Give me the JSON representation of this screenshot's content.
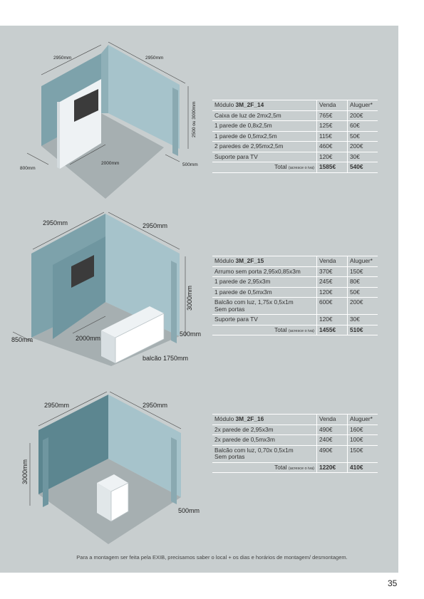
{
  "booths": [
    {
      "dims": {
        "left_top": "2950mm",
        "right_top": "2950mm",
        "height": "2500 ou 3000mm",
        "depth": "800mm",
        "inner": "2000mm",
        "side": "500mm"
      },
      "table": {
        "header": [
          "Módulo",
          "3M_2F_14",
          "Venda",
          "Aluguer*"
        ],
        "rows": [
          {
            "item": "Caixa de luz de 2mx2,5m",
            "sale": "765€",
            "rent": "200€"
          },
          {
            "item": "1 parede de 0,8x2,5m",
            "sale": "125€",
            "rent": "60€"
          },
          {
            "item": "1 parede de 0,5mx2,5m",
            "sale": "115€",
            "rent": "50€"
          },
          {
            "item": "2 paredes de 2,95mx2,5m",
            "sale": "460€",
            "rent": "200€"
          },
          {
            "item": "Suporte para TV",
            "sale": "120€",
            "rent": "30€"
          }
        ],
        "total": {
          "label": "Total",
          "note": "(acresce o iva)",
          "sale": "1585€",
          "rent": "540€"
        }
      }
    },
    {
      "dims": {
        "left_top": "2950mm",
        "right_top": "2950mm",
        "height": "3000mm",
        "depth": "850mm",
        "inner": "2000mm",
        "side": "500mm",
        "counter": "balcão 1750mm"
      },
      "table": {
        "header": [
          "Módulo",
          "3M_2F_15",
          "Venda",
          "Aluguer*"
        ],
        "rows": [
          {
            "item": "Arrumo sem porta 2,95x0,85x3m",
            "sale": "370€",
            "rent": "150€"
          },
          {
            "item": "1 parede de 2,95x3m",
            "sale": "245€",
            "rent": "80€"
          },
          {
            "item": "1 parede de 0,5mx3m",
            "sale": "120€",
            "rent": "50€"
          },
          {
            "item": "Balcão com luz, 1,75x 0,5x1m",
            "item2": "Sem portas",
            "sale": "600€",
            "rent": "200€"
          },
          {
            "item": "Suporte para TV",
            "sale": "120€",
            "rent": "30€"
          }
        ],
        "total": {
          "label": "Total",
          "note": "(acresce o iva)",
          "sale": "1455€",
          "rent": "510€"
        }
      }
    },
    {
      "dims": {
        "left_top": "2950mm",
        "right_top": "2950mm",
        "height": "3000mm",
        "side": "500mm"
      },
      "table": {
        "header": [
          "Módulo",
          "3M_2F_16",
          "Venda",
          "Aluguer*"
        ],
        "rows": [
          {
            "item": "2x parede de 2,95x3m",
            "sale": "490€",
            "rent": "160€"
          },
          {
            "item": "2x parede de 0,5mx3m",
            "sale": "240€",
            "rent": "100€"
          },
          {
            "item": "Balcão com luz, 0,70x 0,5x1m",
            "item2": "Sem portas",
            "sale": "490€",
            "rent": "150€"
          }
        ],
        "total": {
          "label": "Total",
          "note": "(acresce o iva)",
          "sale": "1220€",
          "rent": "410€"
        }
      }
    }
  ],
  "footnote": "Para a montagem ser feita pela EXIB, precisamos saber o local + os dias e horários de montagem/ desmontagem.",
  "page_number": "35",
  "colors": {
    "panel": "#c8cecf",
    "floor": "#a6afb1",
    "wall_left": "#7da2ab",
    "wall_right": "#a6c3cb",
    "white": "#ffffff"
  }
}
